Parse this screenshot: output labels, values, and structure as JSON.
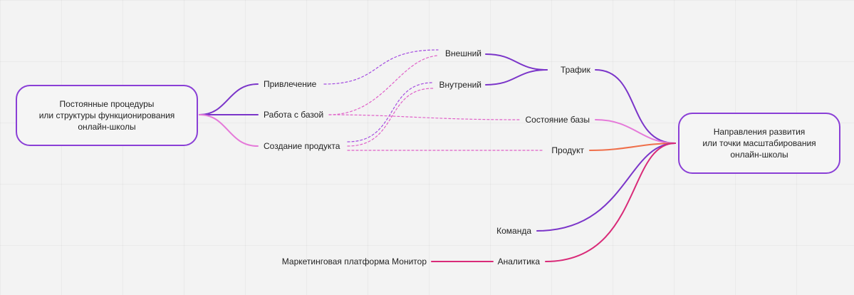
{
  "diagram": {
    "left_node": "Постоянные процедуры\nили структуры функционирования\nонлайн-школы",
    "right_node": "Направления развития\nили точки масштабирования\nонлайн-школы",
    "labels": {
      "privlechenie": "Привлечение",
      "rabota_s_bazoy": "Работа с базой",
      "sozdanie_produkta": "Создание продукта",
      "vneshniy": "Внешний",
      "vnutreniy": "Внутрений",
      "trafik": "Трафик",
      "sostoyanie_bazy": "Состояние базы",
      "produkt": "Продукт",
      "komanda": "Команда",
      "analitika": "Аналитика",
      "monitor": "Маркетинговая платформа Монитор"
    },
    "colors": {
      "violet": "#7b35c9",
      "pink": "#e57ad9",
      "orange": "#ef6f4a",
      "magenta": "#d92a78",
      "dashed_violet": "#a34be0",
      "dashed_pink": "#e060c8"
    }
  }
}
